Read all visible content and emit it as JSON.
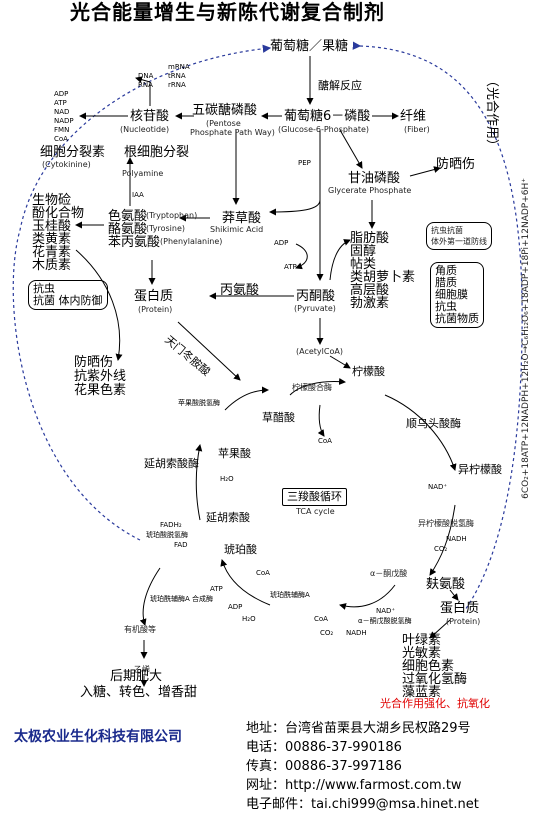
{
  "title": "光合能量增生与新陈代谢复合制剂",
  "nodes": {
    "glucose_fructose": "葡萄糖／果糖",
    "glycolysis": "醣解反应",
    "g6p": "葡萄糖6－磷酸",
    "g6p_en": "(Glucose-6-Phosphate)",
    "fiber": "纤维",
    "fiber_en": "(Fiber)",
    "pentose": "五碳醣磷酸",
    "pentose_en1": "(Pentose",
    "pentose_en2": "Phosphate Path Way)",
    "nucleotide": "核苷酸",
    "nucleotide_en": "(Nucleotide)",
    "mrna": "mRNA",
    "trna": "tRNA",
    "rrna": "rRNA",
    "dna": "DNA",
    "rna": "RNA",
    "cofactors": [
      "ADP",
      "ATP",
      "NAD",
      "NADP",
      "FMN",
      "CoA"
    ],
    "cytokinine": "细胞分裂素",
    "cytokinine_en": "(Cytokinine)",
    "root_division": "根细胞分裂",
    "polyamine": "Polyamine",
    "iaa": "IAA",
    "pep": "PEP",
    "glycerate": "甘油磷酸",
    "glycerate_en": "Glycerate Phosphate",
    "sunburn_top": "防晒伤",
    "shikimic": "莽草酸",
    "shikimic_en": "Shikimic Acid",
    "tryptophan": "色氨酸",
    "tryptophan_en": "(Tryptophan)",
    "tyrosine": "酪氨酸",
    "tyrosine_en": "(Tyrosine)",
    "phenylalanine": "苯丙氨酸",
    "phenylalanine_en": "(Phenylalanine)",
    "left_list": [
      "生物硷",
      "酚化合物",
      "玉桂酸",
      "类黄素",
      "花青素",
      "木质素"
    ],
    "insect_box": [
      "抗虫",
      "抗菌 体内防御"
    ],
    "lipids": [
      "脂肪酸",
      "固醇",
      "帖类",
      "类胡萝卜素",
      "高层酸",
      "勃激素"
    ],
    "right_box1": [
      "抗虫抗菌",
      "体外第一道防线"
    ],
    "right_box2": [
      "角质",
      "腊质",
      "细胞膜",
      "抗虫",
      "抗菌物质"
    ],
    "adp": "ADP",
    "atp": "ATP",
    "protein": "蛋白质",
    "protein_en": "(Protein)",
    "alanine": "丙氨酸",
    "pyruvate": "丙酮酸",
    "pyruvate_en": "(Pyruvate)",
    "acetylcoa": "(AcetylCoA)",
    "aspartate": "天门冬胺酸",
    "left_lower": [
      "防晒伤",
      "抗紫外线",
      "花果色素"
    ],
    "citrate_synthase": "柠檬酸合酶",
    "citrate": "柠檬酸",
    "oxaloacetate": "草醋酸",
    "coa_mid": "CoA",
    "aconitase": "顺乌头酸酶",
    "isocitrate": "异柠檬酸",
    "malate_dh": "苹果酸脱氢酶",
    "malate": "苹果酸",
    "h2o": "H₂O",
    "fumarase": "延胡索酸酶",
    "fumarate": "延胡索酸",
    "tca": "三羧酸循环",
    "tca_en": "TCA cycle",
    "nad_plus": "NAD⁺",
    "idh": "异柠檬酸脱氢酶",
    "nadh": "NADH",
    "co2": "CO₂",
    "fadh2": "FADH₂",
    "fad": "FAD",
    "sdh": "琥珀酸脱氢酶",
    "succinate": "琥珀酸",
    "akg": "α－酮戊酸",
    "glutamate": "麸氨酸",
    "atp_low": "ATP",
    "adp_low": "ADP",
    "coa_low": "CoA",
    "succoa_synth": "琥珀酰辅酶A 合成酶",
    "succoa": "琥珀酰辅酶A",
    "akgdh": "α－酮戊酸脱氢酶",
    "nad_low": "NAD⁺",
    "coa_low2": "CoA",
    "nadh_low": "NADH",
    "co2_low": "CO₂",
    "h2o_low": "H₂O",
    "protein2": "蛋白质",
    "protein2_en": "(Protein)",
    "organic_acid": "有机酸等",
    "ethylene": "乙烯",
    "late_growth": "后期肥大",
    "late_growth_sub": "入糖、转色、增香甜",
    "pigments": [
      "叶绿素",
      "光敏素",
      "细胞色素",
      "过氧化氢酶",
      "藻蓝素"
    ],
    "photosynthesis": "（光合作用）",
    "equation": "6CO₂+18ATP+12NADPH+12H₂O→C₆H₁₂O₆+18ADP+18Pi+12NADP+6H⁺",
    "red_note": "光合作用强化、抗氧化"
  },
  "footer": {
    "company": "太极农业生化科技有限公司",
    "address": "地址：台湾省苗栗县大湖乡民权路29号",
    "phone": "电话：00886-37-990186",
    "fax": "传真：00886-37-997186",
    "website": "网址：http://www.farmost.com.tw",
    "email": "电子邮件：tai.chi999@msa.hinet.net"
  },
  "colors": {
    "dashed_arc": "#2a3a9c",
    "company": "#1a2a8c",
    "red_note": "#e00000"
  }
}
